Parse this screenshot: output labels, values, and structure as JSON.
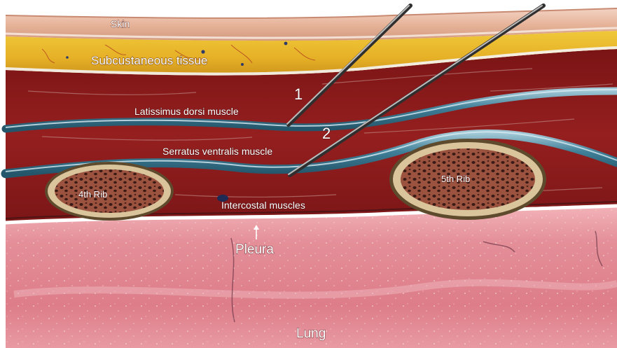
{
  "labels": {
    "skin": "Skin",
    "subcutaneous": "Subcustaneous tissue",
    "latissimus": "Latissimus dorsi muscle",
    "serratus": "Serratus ventralis muscle",
    "rib4": "4th Rib",
    "rib5": "5th Rib",
    "intercostal": "Intercostal muscles",
    "pleura": "Pleura",
    "lung": "Lung",
    "needle1": "1",
    "needle2": "2"
  },
  "colors": {
    "skin": "#e6b49a",
    "subcutaneous_fat": "#e8bb2a",
    "muscle": "#8e1d1c",
    "fascia": "#3f7f98",
    "rib_cortex": "#d9c49b",
    "rib_marrow": "#8a4a36",
    "lung": "#e38c96",
    "needle": "#4a4a4a"
  }
}
